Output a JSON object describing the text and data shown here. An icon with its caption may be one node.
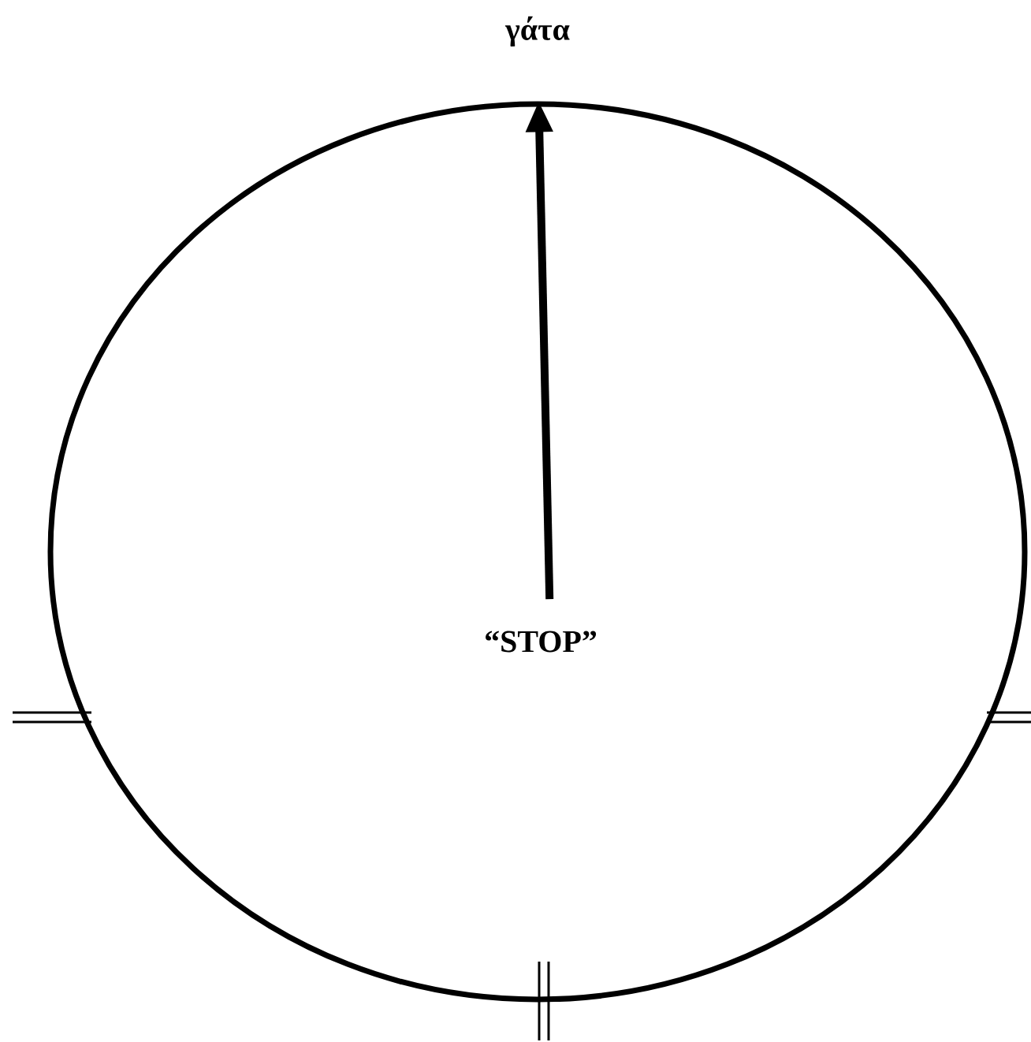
{
  "diagram": {
    "nodes": [
      {
        "text": [],
        "shape": "circle"
      },
      {
        "text": [
          "“STOP”"
        ],
        "in": 0
      },
      {
        "text": [
          "γάτα"
        ]
      }
    ],
    "edges": [
      {
        "from": 1,
        "to": 2,
        "arrow": "to"
      }
    ]
  }
}
